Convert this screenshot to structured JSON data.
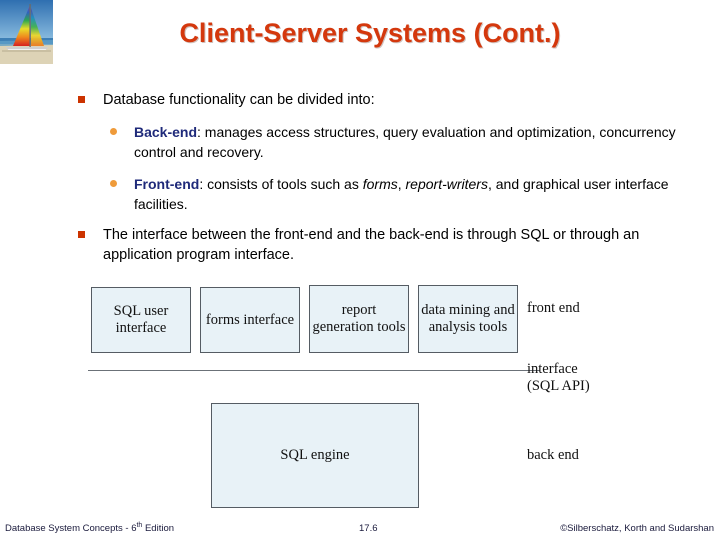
{
  "slide": {
    "title": "Client-Server Systems (Cont.)",
    "title_color": "#d4380d",
    "logo_name": "sailboat-photo-logo"
  },
  "content": {
    "bullet1": {
      "marker": "square-bullet",
      "text": "Database functionality can be divided into:"
    },
    "sub_bullets": [
      {
        "marker": "round-bullet",
        "keyword": "Back-end",
        "keyword_color": "#1f2a7a",
        "text": ": manages access structures, query evaluation and optimization, concurrency control and recovery."
      },
      {
        "marker": "round-bullet",
        "keyword": "Front-end",
        "keyword_color": "#1f2a7a",
        "text_part1": ": consists of tools such as ",
        "italic1": "forms",
        "text_part2": ", ",
        "italic2": "report-writers",
        "text_part3": ", and graphical user interface facilities."
      }
    ],
    "bullet2": {
      "marker": "square-bullet",
      "text": "The interface between the front-end and the back-end is through SQL or through an application program interface."
    }
  },
  "diagram": {
    "front_end_boxes": [
      "SQL user\ninterface",
      "forms\ninterface",
      "report\ngeneration\ntools",
      "data mining\nand analysis\ntools"
    ],
    "back_end_box": "SQL engine",
    "labels": {
      "front_end": "front end",
      "interface": "interface\n(SQL  API)",
      "back_end": "back end"
    },
    "box_fill": "#e8f2f7",
    "box_border": "#555c63"
  },
  "footer": {
    "left_text": "Database System Concepts - 6",
    "left_sup": "th",
    "left_suffix": " Edition",
    "page": "17.6",
    "right": "©Silberschatz, Korth and Sudarshan"
  }
}
